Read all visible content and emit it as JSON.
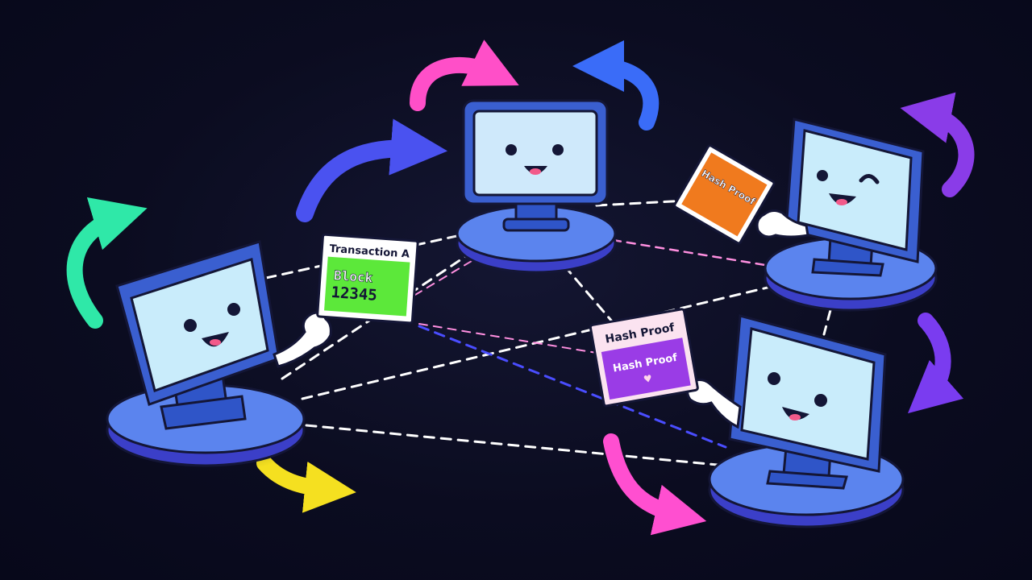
{
  "colors": {
    "background": "#0b0c20",
    "monitor_frame": "#3a5fd0",
    "monitor_screen": "#c9ecfb",
    "base_top": "#5b84ee",
    "base_rim": "#3b3fc8",
    "dash_white": "#ffffff",
    "dash_pink": "#ff8fe0",
    "dash_blue": "#4a4dff"
  },
  "nodes": [
    {
      "id": "node-left",
      "expression": "smile"
    },
    {
      "id": "node-top",
      "expression": "smile"
    },
    {
      "id": "node-right-top",
      "expression": "wink"
    },
    {
      "id": "node-right-bottom",
      "expression": "smile"
    }
  ],
  "cards": {
    "transaction": {
      "title": "Transaction A",
      "line1": "Block",
      "line2": "12345",
      "color": "#5ce83a"
    },
    "hash_orange": {
      "title": "Hash Proof",
      "color": "#f07a1e"
    },
    "hash_purple": {
      "title": "Hash Proof",
      "subtitle": "Hash Proof",
      "mark": "♥",
      "color": "#9a3ce6"
    }
  },
  "arrows": [
    {
      "name": "arrow-green",
      "color": "#2fe8a8"
    },
    {
      "name": "arrow-blue-left",
      "color": "#4a52f0"
    },
    {
      "name": "arrow-pink-top",
      "color": "#ff4fc8"
    },
    {
      "name": "arrow-blue-top",
      "color": "#3a6cf8"
    },
    {
      "name": "arrow-purple-top",
      "color": "#8a3ce8"
    },
    {
      "name": "arrow-purple-right",
      "color": "#7a3cf0"
    },
    {
      "name": "arrow-magenta-bottom",
      "color": "#ff4fd0"
    },
    {
      "name": "arrow-yellow",
      "color": "#f5e020"
    }
  ]
}
